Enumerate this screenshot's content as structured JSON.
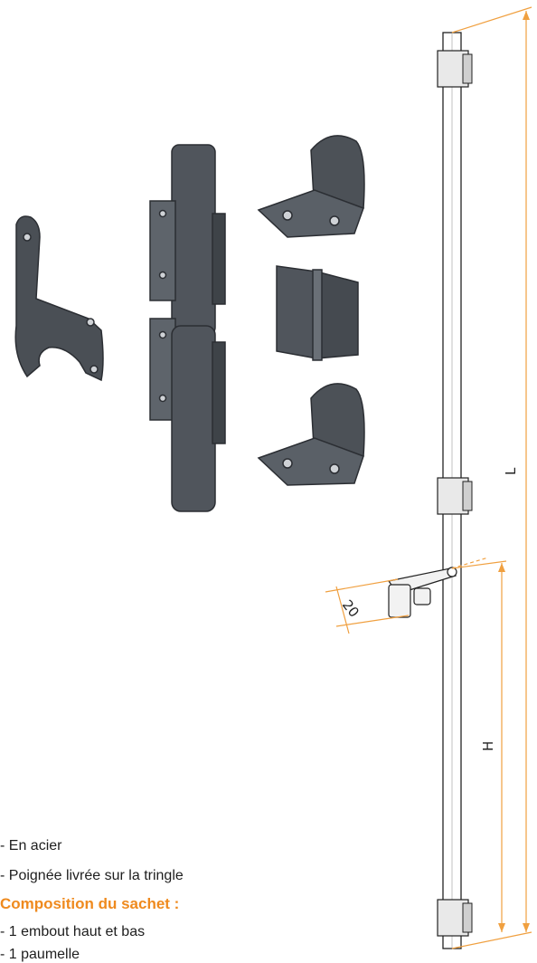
{
  "features": [
    "- En acier",
    "- Poignée livrée sur la tringle"
  ],
  "composition": {
    "heading": "Composition du sachet :",
    "items": [
      "- 1 embout haut et bas",
      "- 1 paumelle"
    ]
  },
  "dimensions": {
    "length_label": "L",
    "height_label": "H",
    "handle_offset": "20"
  },
  "colors": {
    "accent": "#ef8a1e",
    "metal": "#4a4f55",
    "dimension_lines": "#f0a040"
  }
}
